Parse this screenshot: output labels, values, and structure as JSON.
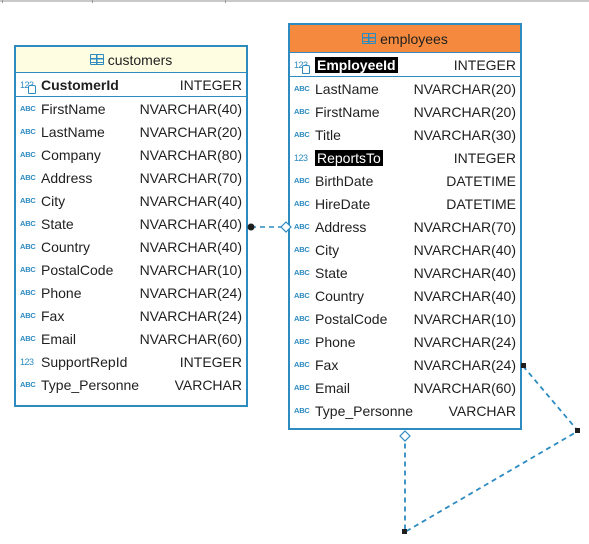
{
  "customers": {
    "title": "customers",
    "pk": {
      "name": "CustomerId",
      "type": "INTEGER",
      "icon": "123"
    },
    "columns": [
      {
        "name": "FirstName",
        "type": "NVARCHAR(40)",
        "icon": "ABC"
      },
      {
        "name": "LastName",
        "type": "NVARCHAR(20)",
        "icon": "ABC"
      },
      {
        "name": "Company",
        "type": "NVARCHAR(80)",
        "icon": "ABC"
      },
      {
        "name": "Address",
        "type": "NVARCHAR(70)",
        "icon": "ABC"
      },
      {
        "name": "City",
        "type": "NVARCHAR(40)",
        "icon": "ABC"
      },
      {
        "name": "State",
        "type": "NVARCHAR(40)",
        "icon": "ABC"
      },
      {
        "name": "Country",
        "type": "NVARCHAR(40)",
        "icon": "ABC"
      },
      {
        "name": "PostalCode",
        "type": "NVARCHAR(10)",
        "icon": "ABC"
      },
      {
        "name": "Phone",
        "type": "NVARCHAR(24)",
        "icon": "ABC"
      },
      {
        "name": "Fax",
        "type": "NVARCHAR(24)",
        "icon": "ABC"
      },
      {
        "name": "Email",
        "type": "NVARCHAR(60)",
        "icon": "ABC"
      },
      {
        "name": "SupportRepId",
        "type": "INTEGER",
        "icon": "123"
      },
      {
        "name": "Type_Personne",
        "type": "VARCHAR",
        "icon": "ABC"
      }
    ]
  },
  "employees": {
    "title": "employees",
    "pk": {
      "name": "EmployeeId",
      "type": "INTEGER",
      "icon": "123"
    },
    "columns": [
      {
        "name": "LastName",
        "type": "NVARCHAR(20)",
        "icon": "ABC"
      },
      {
        "name": "FirstName",
        "type": "NVARCHAR(20)",
        "icon": "ABC"
      },
      {
        "name": "Title",
        "type": "NVARCHAR(30)",
        "icon": "ABC"
      },
      {
        "name": "ReportsTo",
        "type": "INTEGER",
        "icon": "123"
      },
      {
        "name": "BirthDate",
        "type": "DATETIME",
        "icon": "ABC"
      },
      {
        "name": "HireDate",
        "type": "DATETIME",
        "icon": "ABC"
      },
      {
        "name": "Address",
        "type": "NVARCHAR(70)",
        "icon": "ABC"
      },
      {
        "name": "City",
        "type": "NVARCHAR(40)",
        "icon": "ABC"
      },
      {
        "name": "State",
        "type": "NVARCHAR(40)",
        "icon": "ABC"
      },
      {
        "name": "Country",
        "type": "NVARCHAR(40)",
        "icon": "ABC"
      },
      {
        "name": "PostalCode",
        "type": "NVARCHAR(10)",
        "icon": "ABC"
      },
      {
        "name": "Phone",
        "type": "NVARCHAR(24)",
        "icon": "ABC"
      },
      {
        "name": "Fax",
        "type": "NVARCHAR(24)",
        "icon": "ABC"
      },
      {
        "name": "Email",
        "type": "NVARCHAR(60)",
        "icon": "ABC"
      },
      {
        "name": "Type_Personne",
        "type": "VARCHAR",
        "icon": "ABC"
      }
    ]
  },
  "colors": {
    "border": "#2d8bc0",
    "customers_header": "#fffde1",
    "employees_header": "#f58a3e",
    "selection": "#000000"
  }
}
